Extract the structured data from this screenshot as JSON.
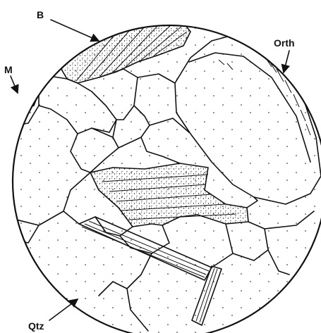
{
  "labels": {
    "biotite": "B",
    "muscovite": "M",
    "orthoclase": "Orth",
    "quartz": "Qtz"
  },
  "colors": {
    "ink": "#111111",
    "background": "#ffffff"
  }
}
